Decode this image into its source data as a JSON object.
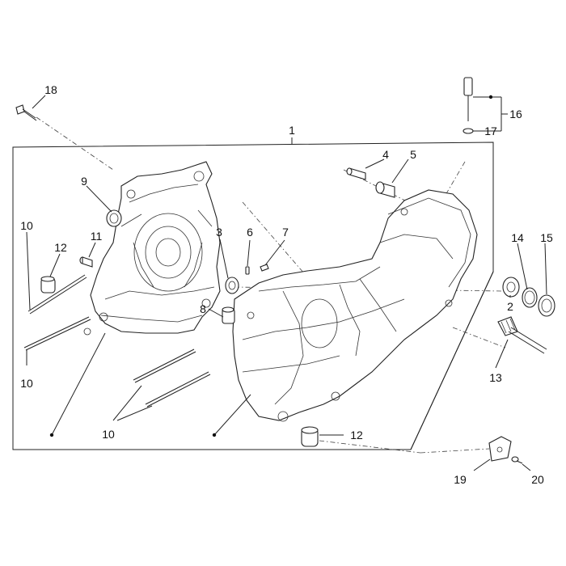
{
  "diagram": {
    "type": "exploded-parts-view",
    "callouts": [
      {
        "id": "c1",
        "text": "1"
      },
      {
        "id": "c2",
        "text": "2"
      },
      {
        "id": "c3",
        "text": "3"
      },
      {
        "id": "c4",
        "text": "4"
      },
      {
        "id": "c5",
        "text": "5"
      },
      {
        "id": "c6",
        "text": "6"
      },
      {
        "id": "c7",
        "text": "7"
      },
      {
        "id": "c8",
        "text": "8"
      },
      {
        "id": "c9",
        "text": "9"
      },
      {
        "id": "c10a",
        "text": "10"
      },
      {
        "id": "c10b",
        "text": "10"
      },
      {
        "id": "c10c",
        "text": "10"
      },
      {
        "id": "c11",
        "text": "11"
      },
      {
        "id": "c12a",
        "text": "12"
      },
      {
        "id": "c12b",
        "text": "12"
      },
      {
        "id": "c13",
        "text": "13"
      },
      {
        "id": "c14",
        "text": "14"
      },
      {
        "id": "c15",
        "text": "15"
      },
      {
        "id": "c16",
        "text": "16"
      },
      {
        "id": "c17",
        "text": "17"
      },
      {
        "id": "c18",
        "text": "18"
      },
      {
        "id": "c19",
        "text": "19"
      },
      {
        "id": "c20",
        "text": "20"
      }
    ]
  }
}
